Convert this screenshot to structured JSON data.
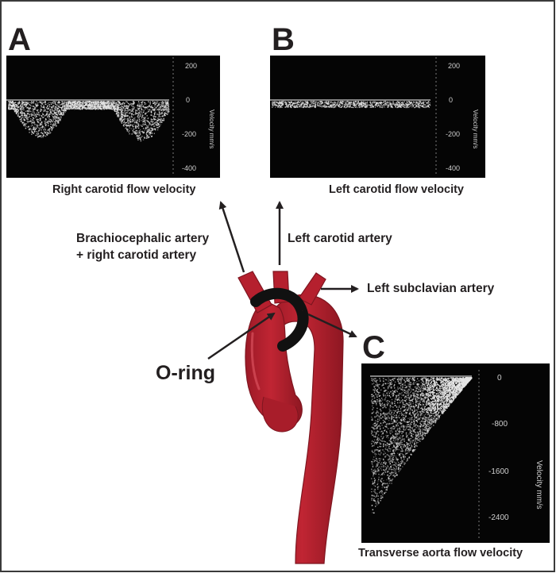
{
  "panels": {
    "a": {
      "letter": "A",
      "caption": "Right carotid flow velocity",
      "ticks": [
        "200",
        "0",
        "-200",
        "-400"
      ],
      "axis_label": "Velocity mm/s"
    },
    "b": {
      "letter": "B",
      "caption": "Left carotid flow velocity",
      "ticks": [
        "200",
        "0",
        "-200",
        "-400"
      ],
      "axis_label": "Velocity mm/s"
    },
    "c": {
      "letter": "C",
      "caption": "Transverse aorta flow velocity",
      "ticks": [
        "0",
        "-800",
        "-1600",
        "-2400"
      ],
      "axis_label": "Velocity mm/s"
    }
  },
  "labels": {
    "brachiocephalic_line1": "Brachiocephalic artery",
    "brachiocephalic_line2": "+ right carotid artery",
    "left_carotid": "Left carotid artery",
    "left_subclavian": "Left subclavian artery",
    "oring": "O-ring"
  },
  "colors": {
    "aorta": "#b5202e",
    "aorta_dark": "#7e1620",
    "aorta_light": "#d8505c",
    "oring": "#111111",
    "doppler_bg": "#050505",
    "doppler_signal": "#e6e6e6"
  }
}
